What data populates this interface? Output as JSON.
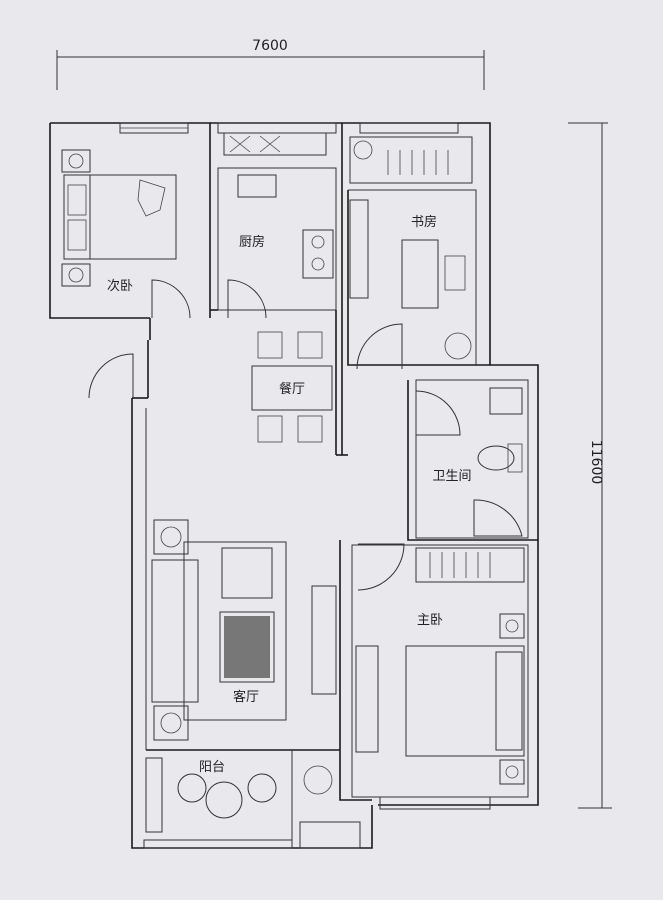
{
  "dimensions": {
    "width": "7600",
    "height": "11600"
  },
  "rooms": {
    "second_bedroom": "次卧",
    "kitchen": "厨房",
    "study": "书房",
    "dining": "餐厅",
    "bathroom": "卫生间",
    "master_bedroom": "主卧",
    "living": "客厅",
    "balcony": "阳台"
  },
  "colors": {
    "paper": "#e9e8ec",
    "line": "#1a1a1a"
  }
}
